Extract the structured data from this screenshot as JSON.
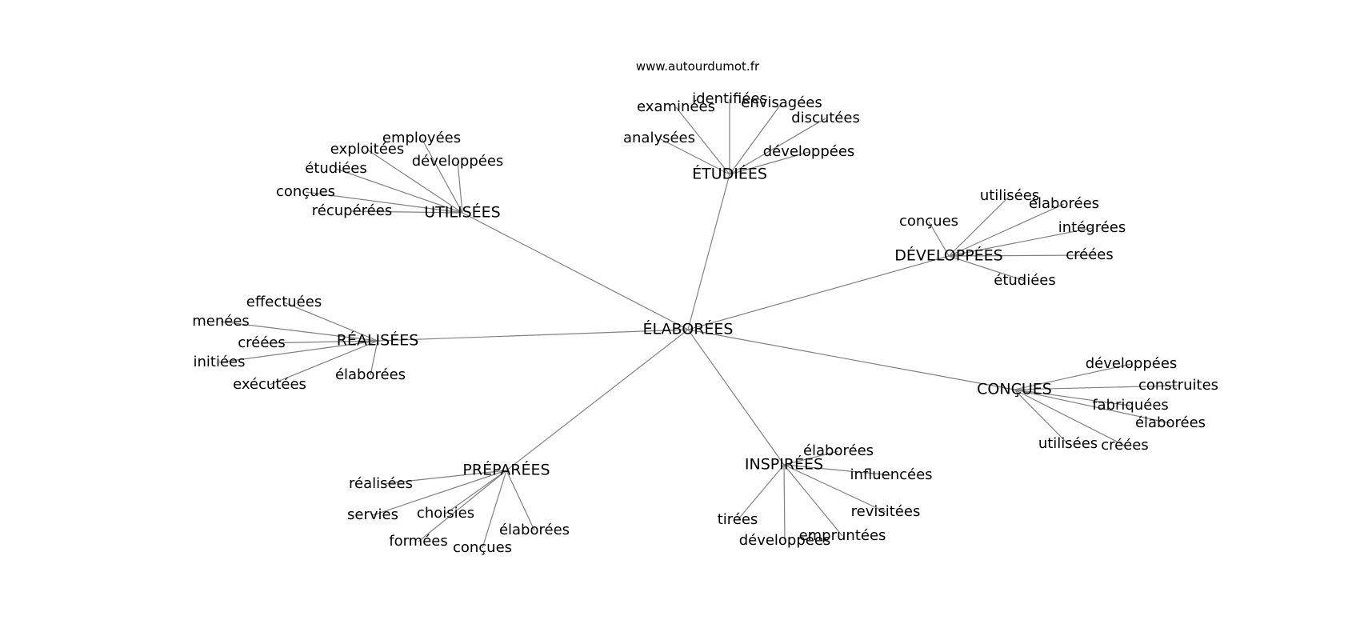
{
  "source_label": "www.autourdumot.fr",
  "graph": {
    "center": "ÉLABORÉES",
    "groups": [
      {
        "hub": "UTILISÉES",
        "leaves": [
          "employées",
          "exploitées",
          "développées",
          "étudiées",
          "conçues",
          "récupérées"
        ]
      },
      {
        "hub": "ÉTUDIÉES",
        "leaves": [
          "identifiées",
          "examinées",
          "envisagées",
          "discutées",
          "analysées",
          "développées"
        ]
      },
      {
        "hub": "DÉVELOPPÉES",
        "leaves": [
          "utilisées",
          "élaborées",
          "conçues",
          "intégrées",
          "créées",
          "étudiées"
        ]
      },
      {
        "hub": "RÉALISÉES",
        "leaves": [
          "effectuées",
          "menées",
          "créées",
          "initiées",
          "exécutées",
          "élaborées"
        ]
      },
      {
        "hub": "CONÇUES",
        "leaves": [
          "développées",
          "construites",
          "fabriquées",
          "élaborées",
          "utilisées",
          "créées"
        ]
      },
      {
        "hub": "PRÉPARÉES",
        "leaves": [
          "réalisées",
          "servies",
          "choisies",
          "élaborées",
          "formées",
          "conçues"
        ]
      },
      {
        "hub": "INSPIRÉES",
        "leaves": [
          "élaborées",
          "influencées",
          "revisitées",
          "tirées",
          "empruntées",
          "développées"
        ]
      }
    ]
  }
}
